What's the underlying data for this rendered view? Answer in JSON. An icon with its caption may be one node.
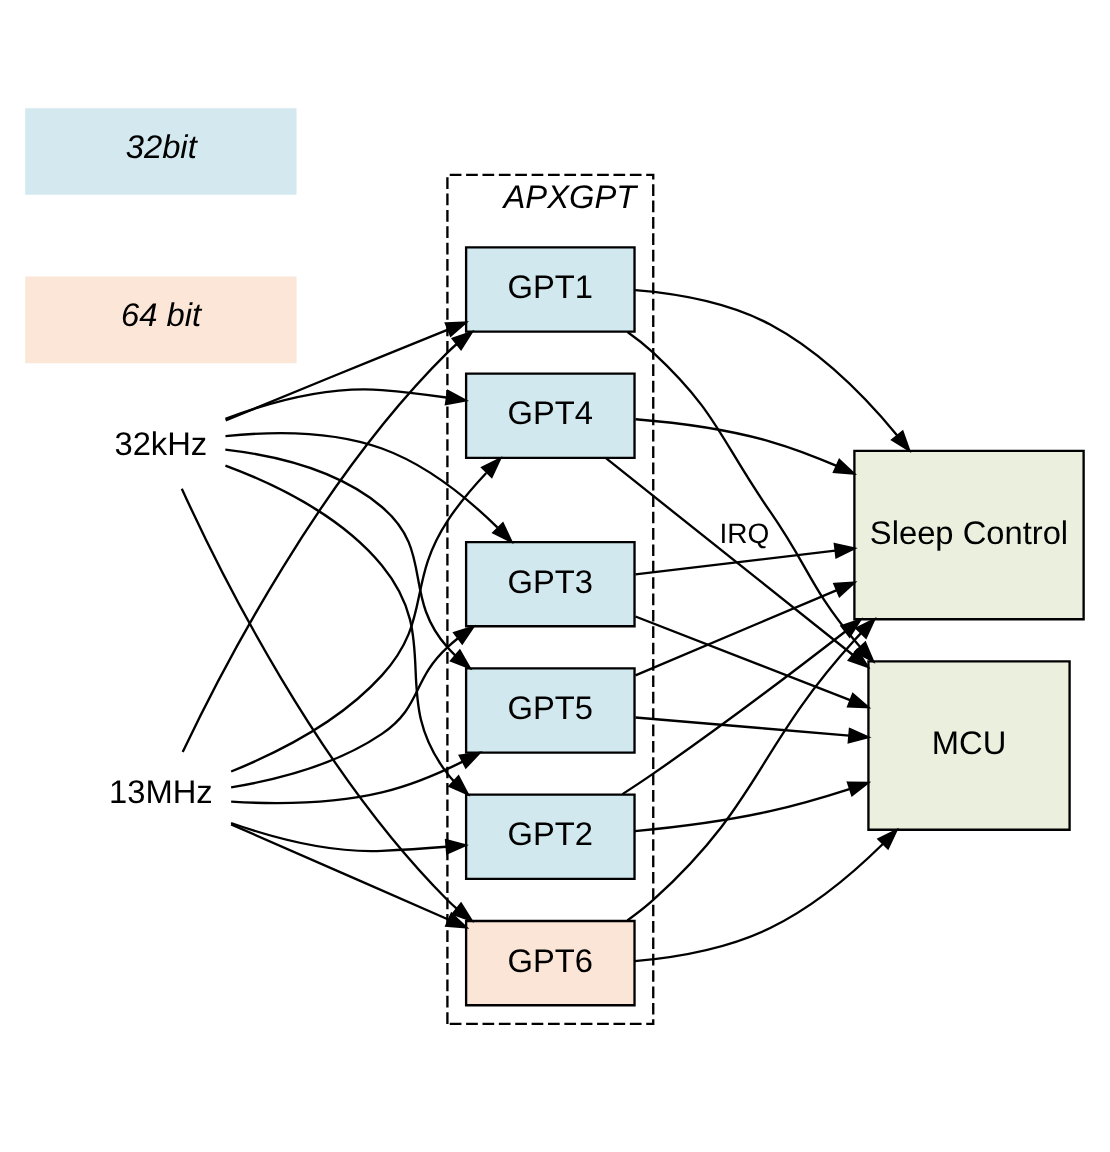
{
  "diagram": {
    "nodes": [
      {
        "text": [
          "APXGPT"
        ]
      },
      {
        "text": [
          "GPT1"
        ],
        "in": 0
      },
      {
        "text": [
          "GPT2"
        ],
        "in": 0
      },
      {
        "text": [
          "GPT3"
        ],
        "in": 0
      },
      {
        "text": [
          "GPT4"
        ],
        "in": 0
      },
      {
        "text": [
          "GPT5"
        ],
        "in": 0
      },
      {
        "text": [
          "GPT6"
        ],
        "in": 0
      },
      {
        "text": [
          "32kHz"
        ]
      },
      {
        "text": [
          "13MHz"
        ]
      },
      {
        "text": [
          "Sleep Control"
        ]
      },
      {
        "text": [
          "MCU"
        ]
      }
    ],
    "edges": [
      {
        "from": 7,
        "to": 1,
        "arrow": "to"
      },
      {
        "from": 7,
        "to": 2,
        "arrow": "to"
      },
      {
        "from": 7,
        "to": 3,
        "arrow": "to"
      },
      {
        "from": 7,
        "to": 4,
        "arrow": "to"
      },
      {
        "from": 7,
        "to": 5,
        "arrow": "to"
      },
      {
        "from": 7,
        "to": 6,
        "arrow": "to"
      },
      {
        "from": 8,
        "to": 1,
        "arrow": "to"
      },
      {
        "from": 8,
        "to": 2,
        "arrow": "to"
      },
      {
        "from": 8,
        "to": 3,
        "arrow": "to"
      },
      {
        "from": 8,
        "to": 4,
        "arrow": "to"
      },
      {
        "from": 8,
        "to": 5,
        "arrow": "to"
      },
      {
        "from": 8,
        "to": 6,
        "arrow": "to"
      },
      {
        "from": 1,
        "to": 9,
        "arrow": "to"
      },
      {
        "from": 2,
        "to": 9,
        "arrow": "to"
      },
      {
        "from": 3,
        "to": 9,
        "arrow": "to"
      },
      {
        "from": 4,
        "to": 9,
        "arrow": "to"
      },
      {
        "from": 5,
        "to": 9,
        "arrow": "to"
      },
      {
        "from": 6,
        "to": 9,
        "arrow": "to"
      },
      {
        "from": 1,
        "to": 10,
        "arrow": "to"
      },
      {
        "from": 2,
        "to": 10,
        "arrow": "to"
      },
      {
        "from": 3,
        "to": 10,
        "arrow": "to"
      },
      {
        "from": 4,
        "to": 10,
        "label": "IRQ",
        "arrow": "to"
      },
      {
        "from": 5,
        "to": 10,
        "arrow": "to"
      },
      {
        "from": 6,
        "to": 10,
        "arrow": "to"
      }
    ],
    "legend": [
      {
        "text": "32bit",
        "color": "#d3e9ef"
      },
      {
        "text": "64 bit",
        "color": "#fce6d8"
      }
    ]
  }
}
